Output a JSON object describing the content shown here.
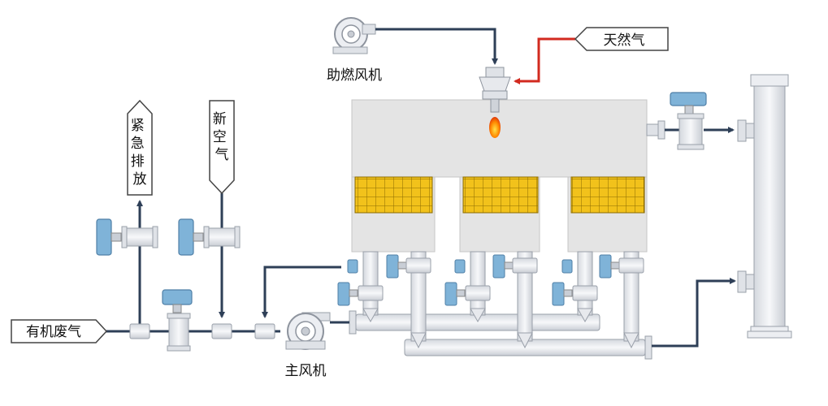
{
  "labels": {
    "organic_waste_gas": "有机废气",
    "emergency_vent": "紧急排放",
    "fresh_air": "新空气",
    "main_fan": "主风机",
    "combustion_fan": "助燃风机",
    "natural_gas": "天然气"
  },
  "colors": {
    "pipe_fill": "#eef0f4",
    "pipe_stroke": "#9aa0aa",
    "flow_line": "#2e3f57",
    "gas_line": "#d22a1f",
    "chamber": "#e4e4e4",
    "ceramic_fill": "#f2c21b",
    "ceramic_grid": "#8a6a00",
    "actuator": "#7fb3d8",
    "flame": "#ff6a00"
  },
  "icons": [
    "fan-icon",
    "valve-icon",
    "burner-icon",
    "flame-icon",
    "arrow-icon"
  ]
}
